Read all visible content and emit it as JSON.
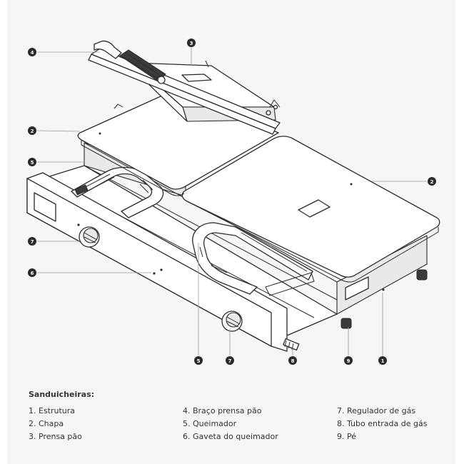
{
  "legend": {
    "title": "Sanduicheiras:",
    "items": [
      "1. Estrutura",
      "4. Braço prensa pão",
      "7. Regulador de gás",
      "2. Chapa",
      "5. Queimador",
      "8. Tubo entrada de gás",
      "3. Prensa pão",
      "6. Gaveta do queimador",
      "9. Pé"
    ]
  },
  "callouts": {
    "c4": "4",
    "c3": "3",
    "c2_left": "2",
    "c5_left": "5",
    "c2_right": "2",
    "c7_left": "7",
    "c6": "6",
    "c5_bottom": "5",
    "c7_bottom": "7",
    "c8": "8",
    "c9": "9",
    "c1": "1"
  },
  "colors": {
    "marker": "#2a2a2a",
    "line": "#2b2b2b",
    "background": "#f6f6f6"
  }
}
